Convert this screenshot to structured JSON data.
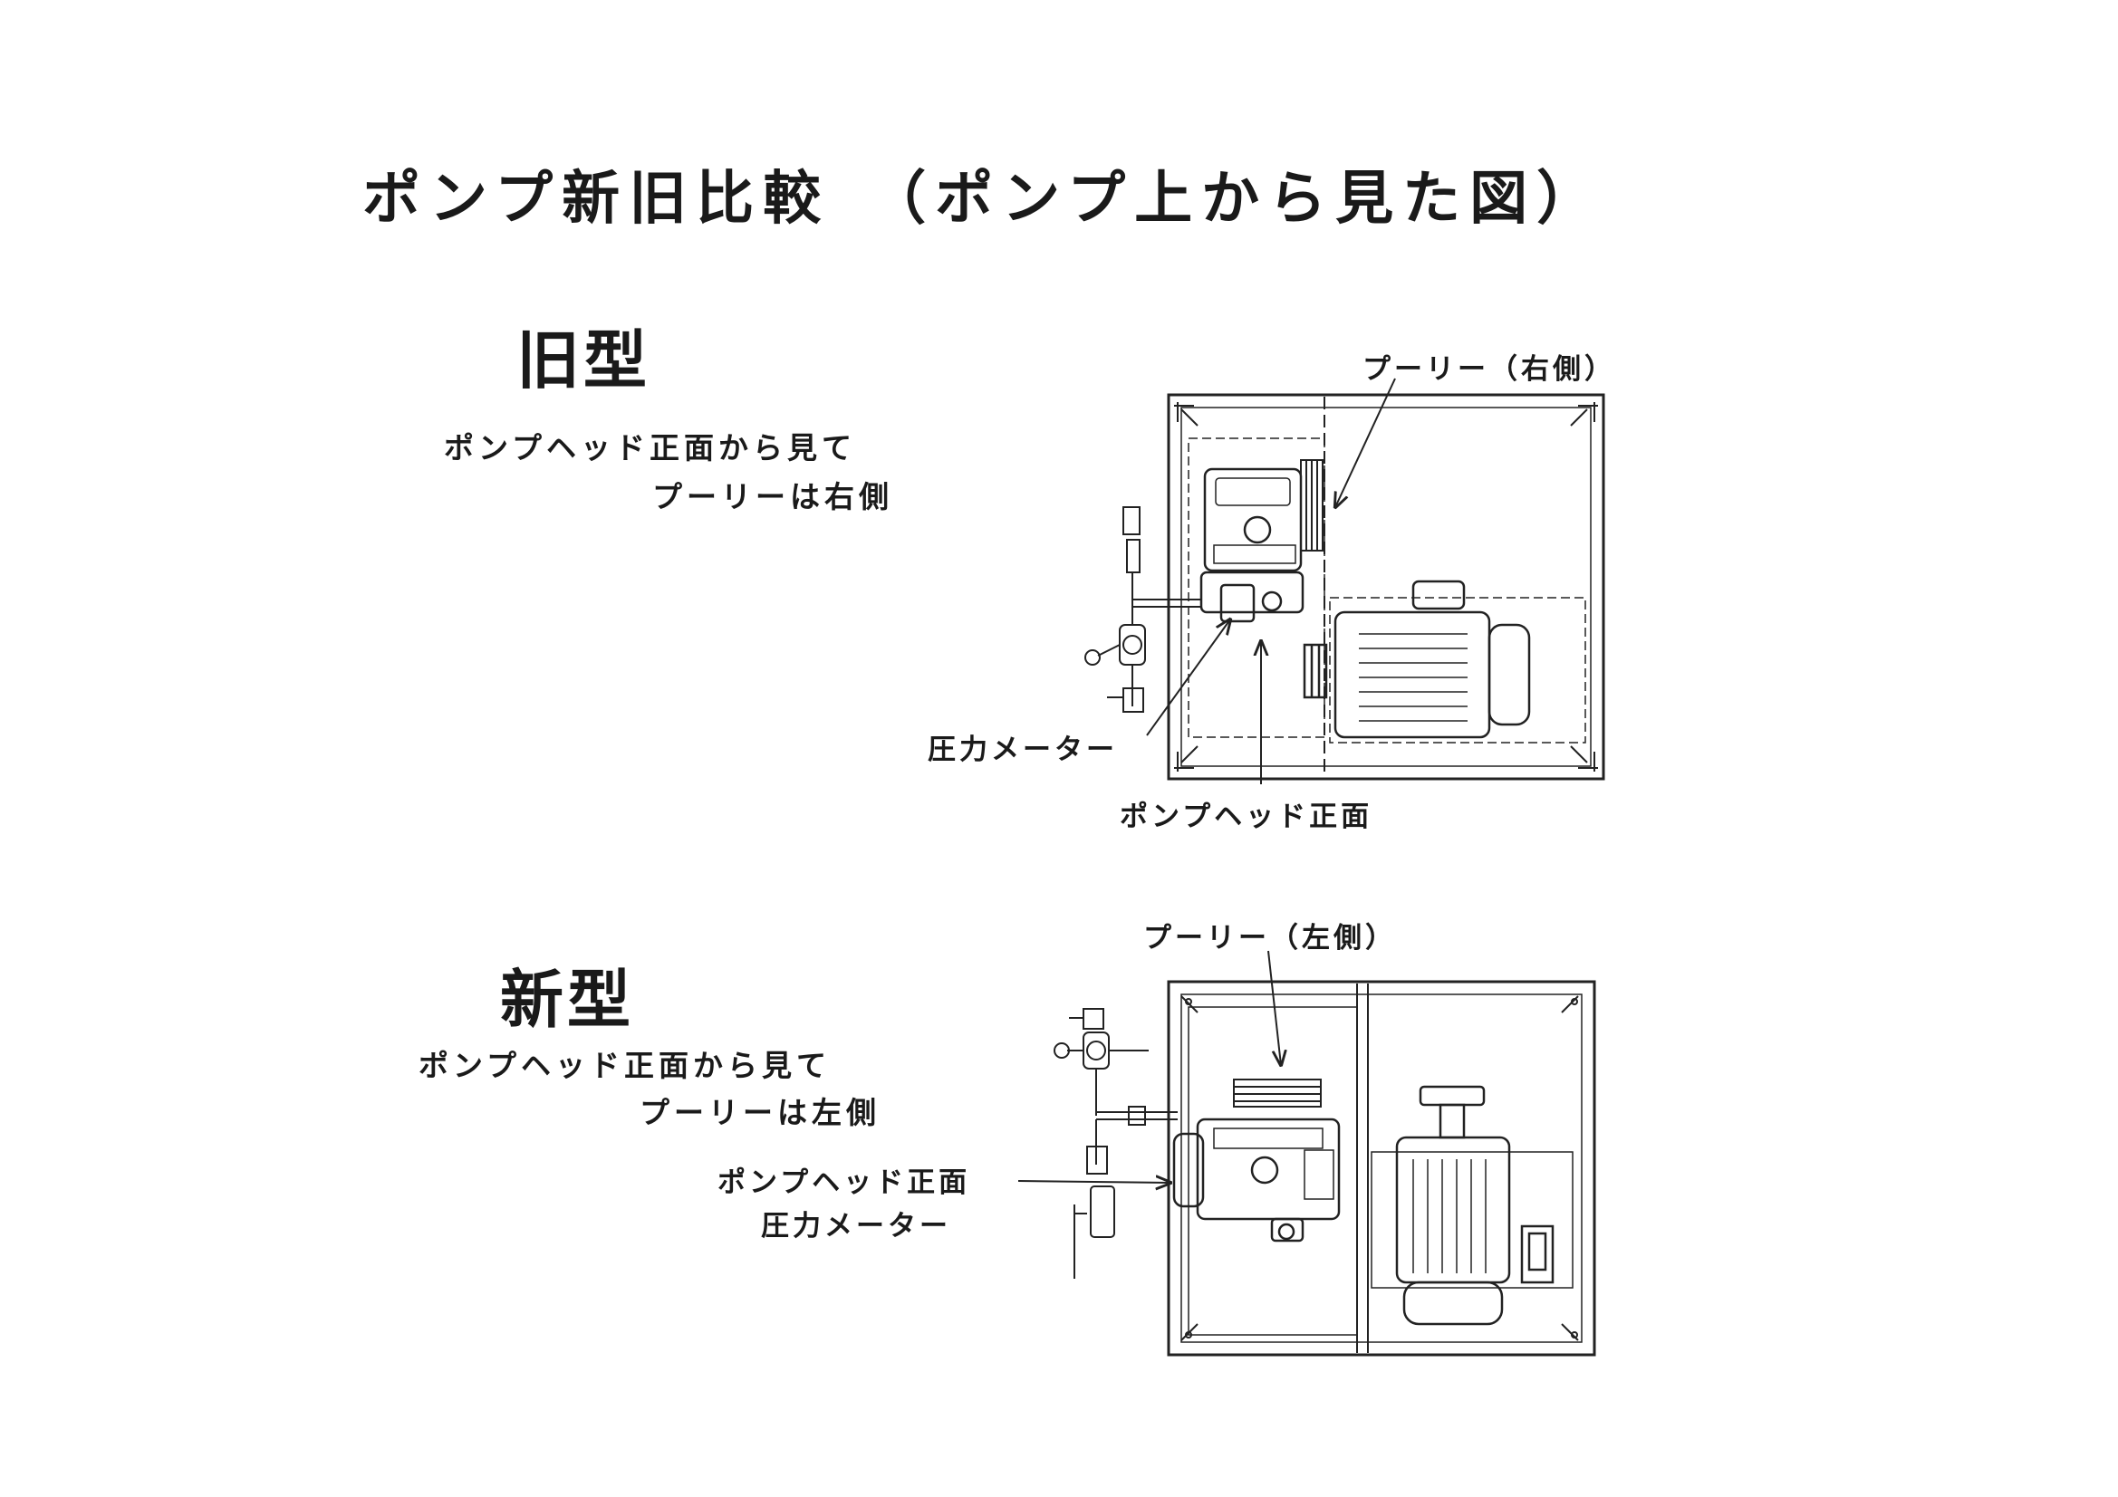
{
  "title": "ポンプ新旧比較　（ポンプ上から見た図）",
  "old_model": {
    "heading": "旧型",
    "description_line1": "ポンプヘッド正面から見て",
    "description_line2": "プーリーは右側",
    "labels": {
      "pulley": "プーリー（右側）",
      "pressure_gauge": "圧力メーター",
      "pump_head_front": "ポンプヘッド正面"
    }
  },
  "new_model": {
    "heading": "新型",
    "description_line1": "ポンプヘッド正面から見て",
    "description_line2": "プーリーは左側",
    "labels": {
      "pulley": "プーリー（左側）",
      "pump_head_front": "ポンプヘッド正面",
      "pressure_gauge": "圧力メーター"
    }
  }
}
